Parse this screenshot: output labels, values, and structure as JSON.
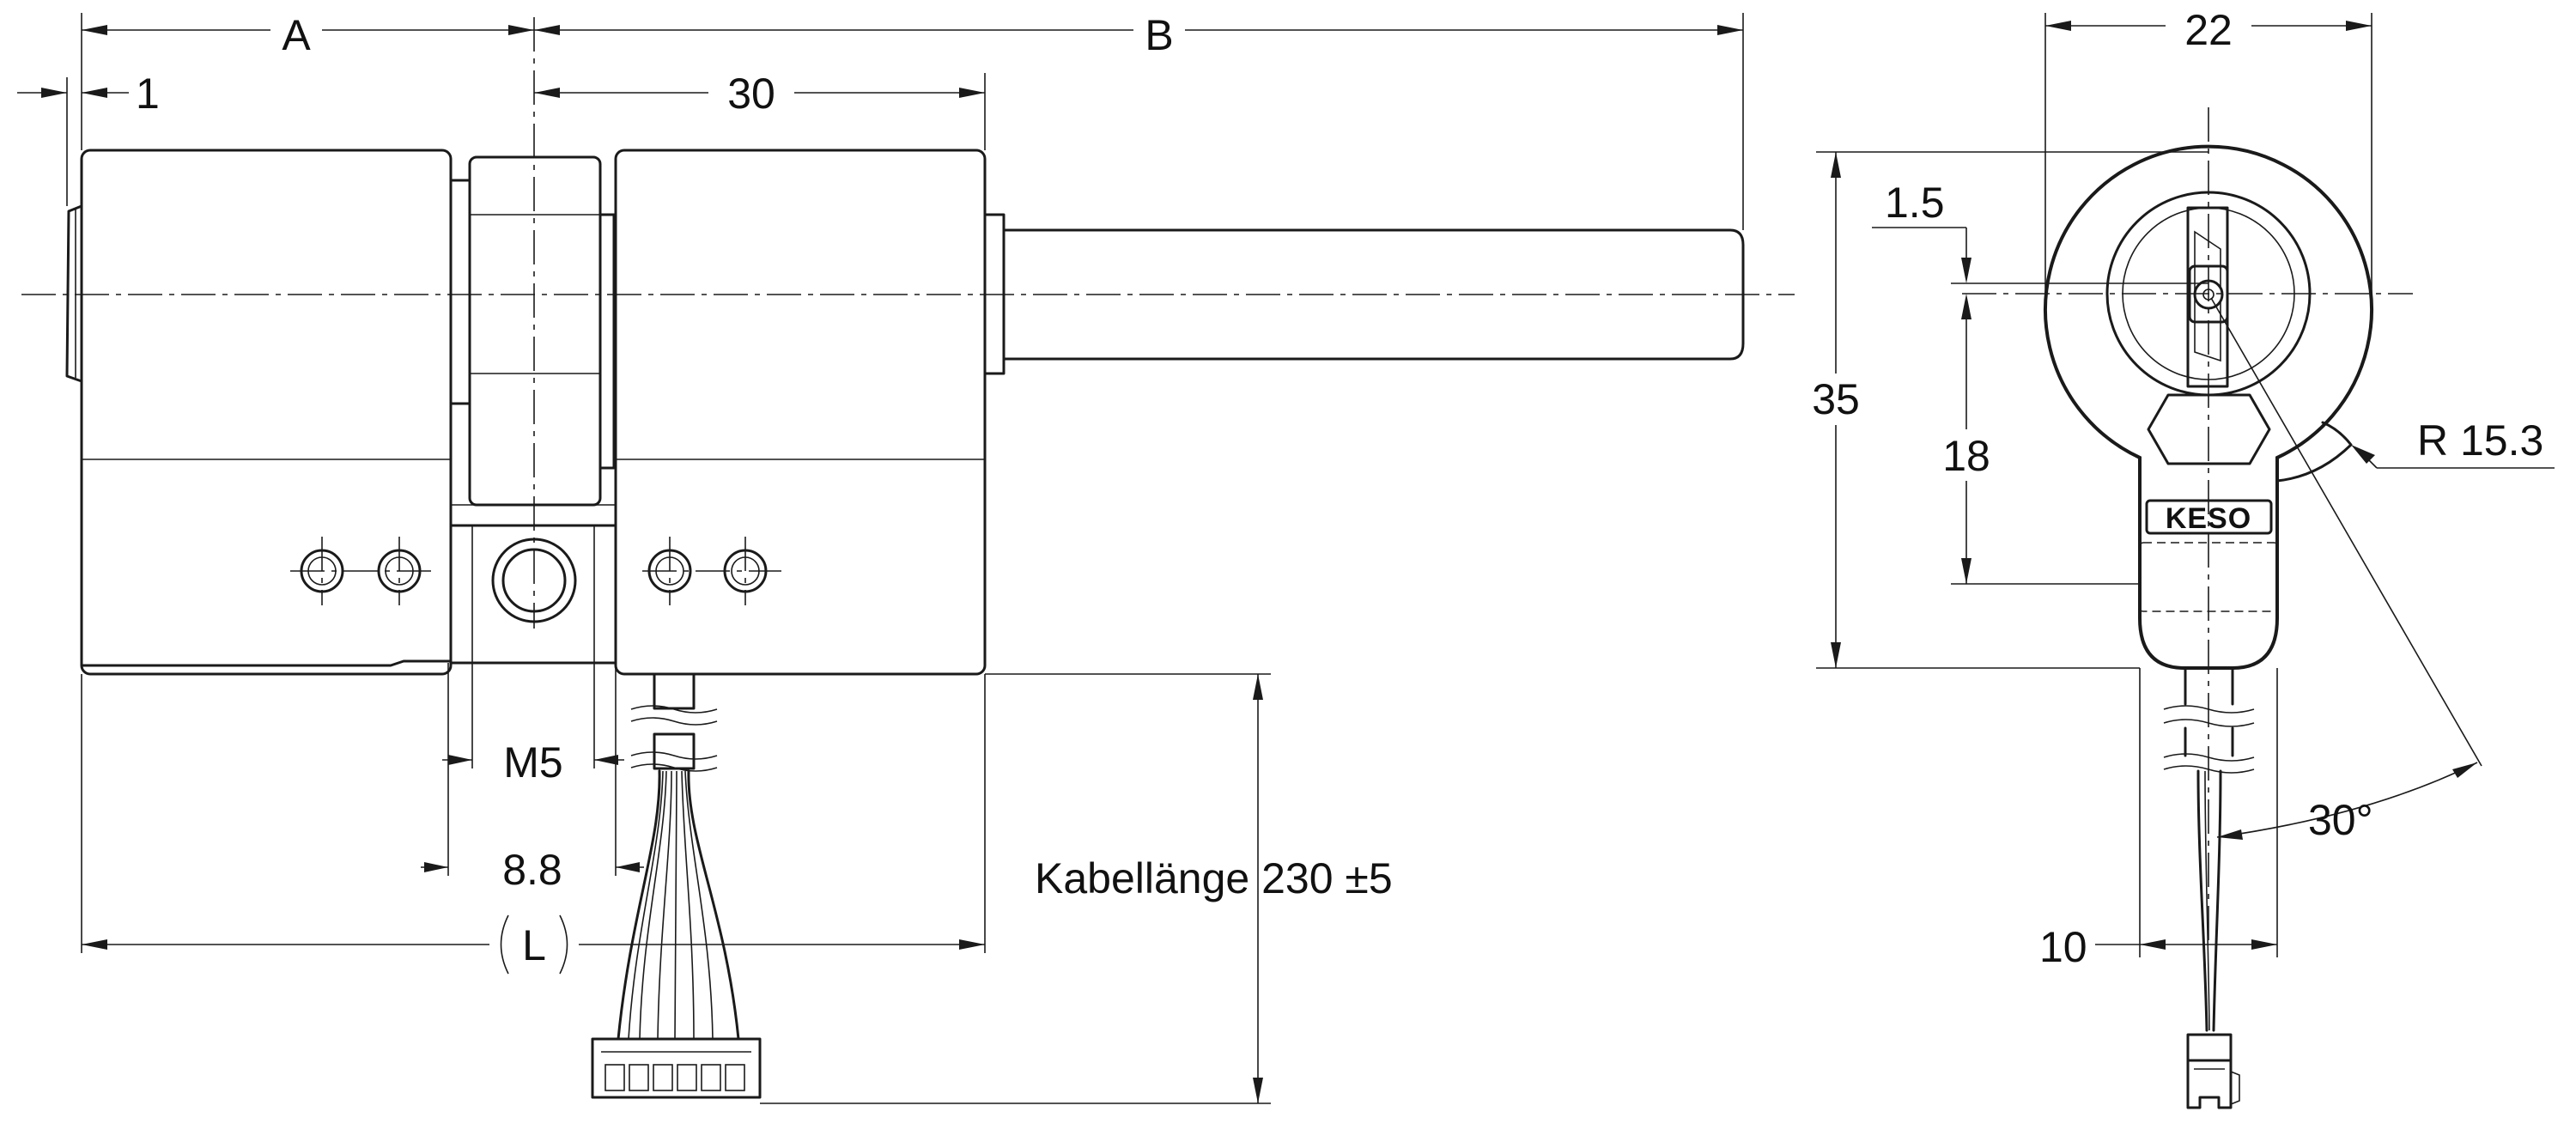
{
  "dimensions": {
    "a": "A",
    "b": "B",
    "one": "1",
    "thirty": "30",
    "m5": "M5",
    "eight_eight": "8.8",
    "l": "L",
    "cable": "Kabellänge 230 ±5",
    "twenty_two": "22",
    "one_five": "1.5",
    "thirty_five": "35",
    "eighteen": "18",
    "r15": "R 15.3",
    "thirty_deg": "30°",
    "ten": "10"
  },
  "logo": {
    "text": "KESO"
  },
  "colors": {
    "line": "#1a1a1a",
    "background": "#ffffff"
  }
}
